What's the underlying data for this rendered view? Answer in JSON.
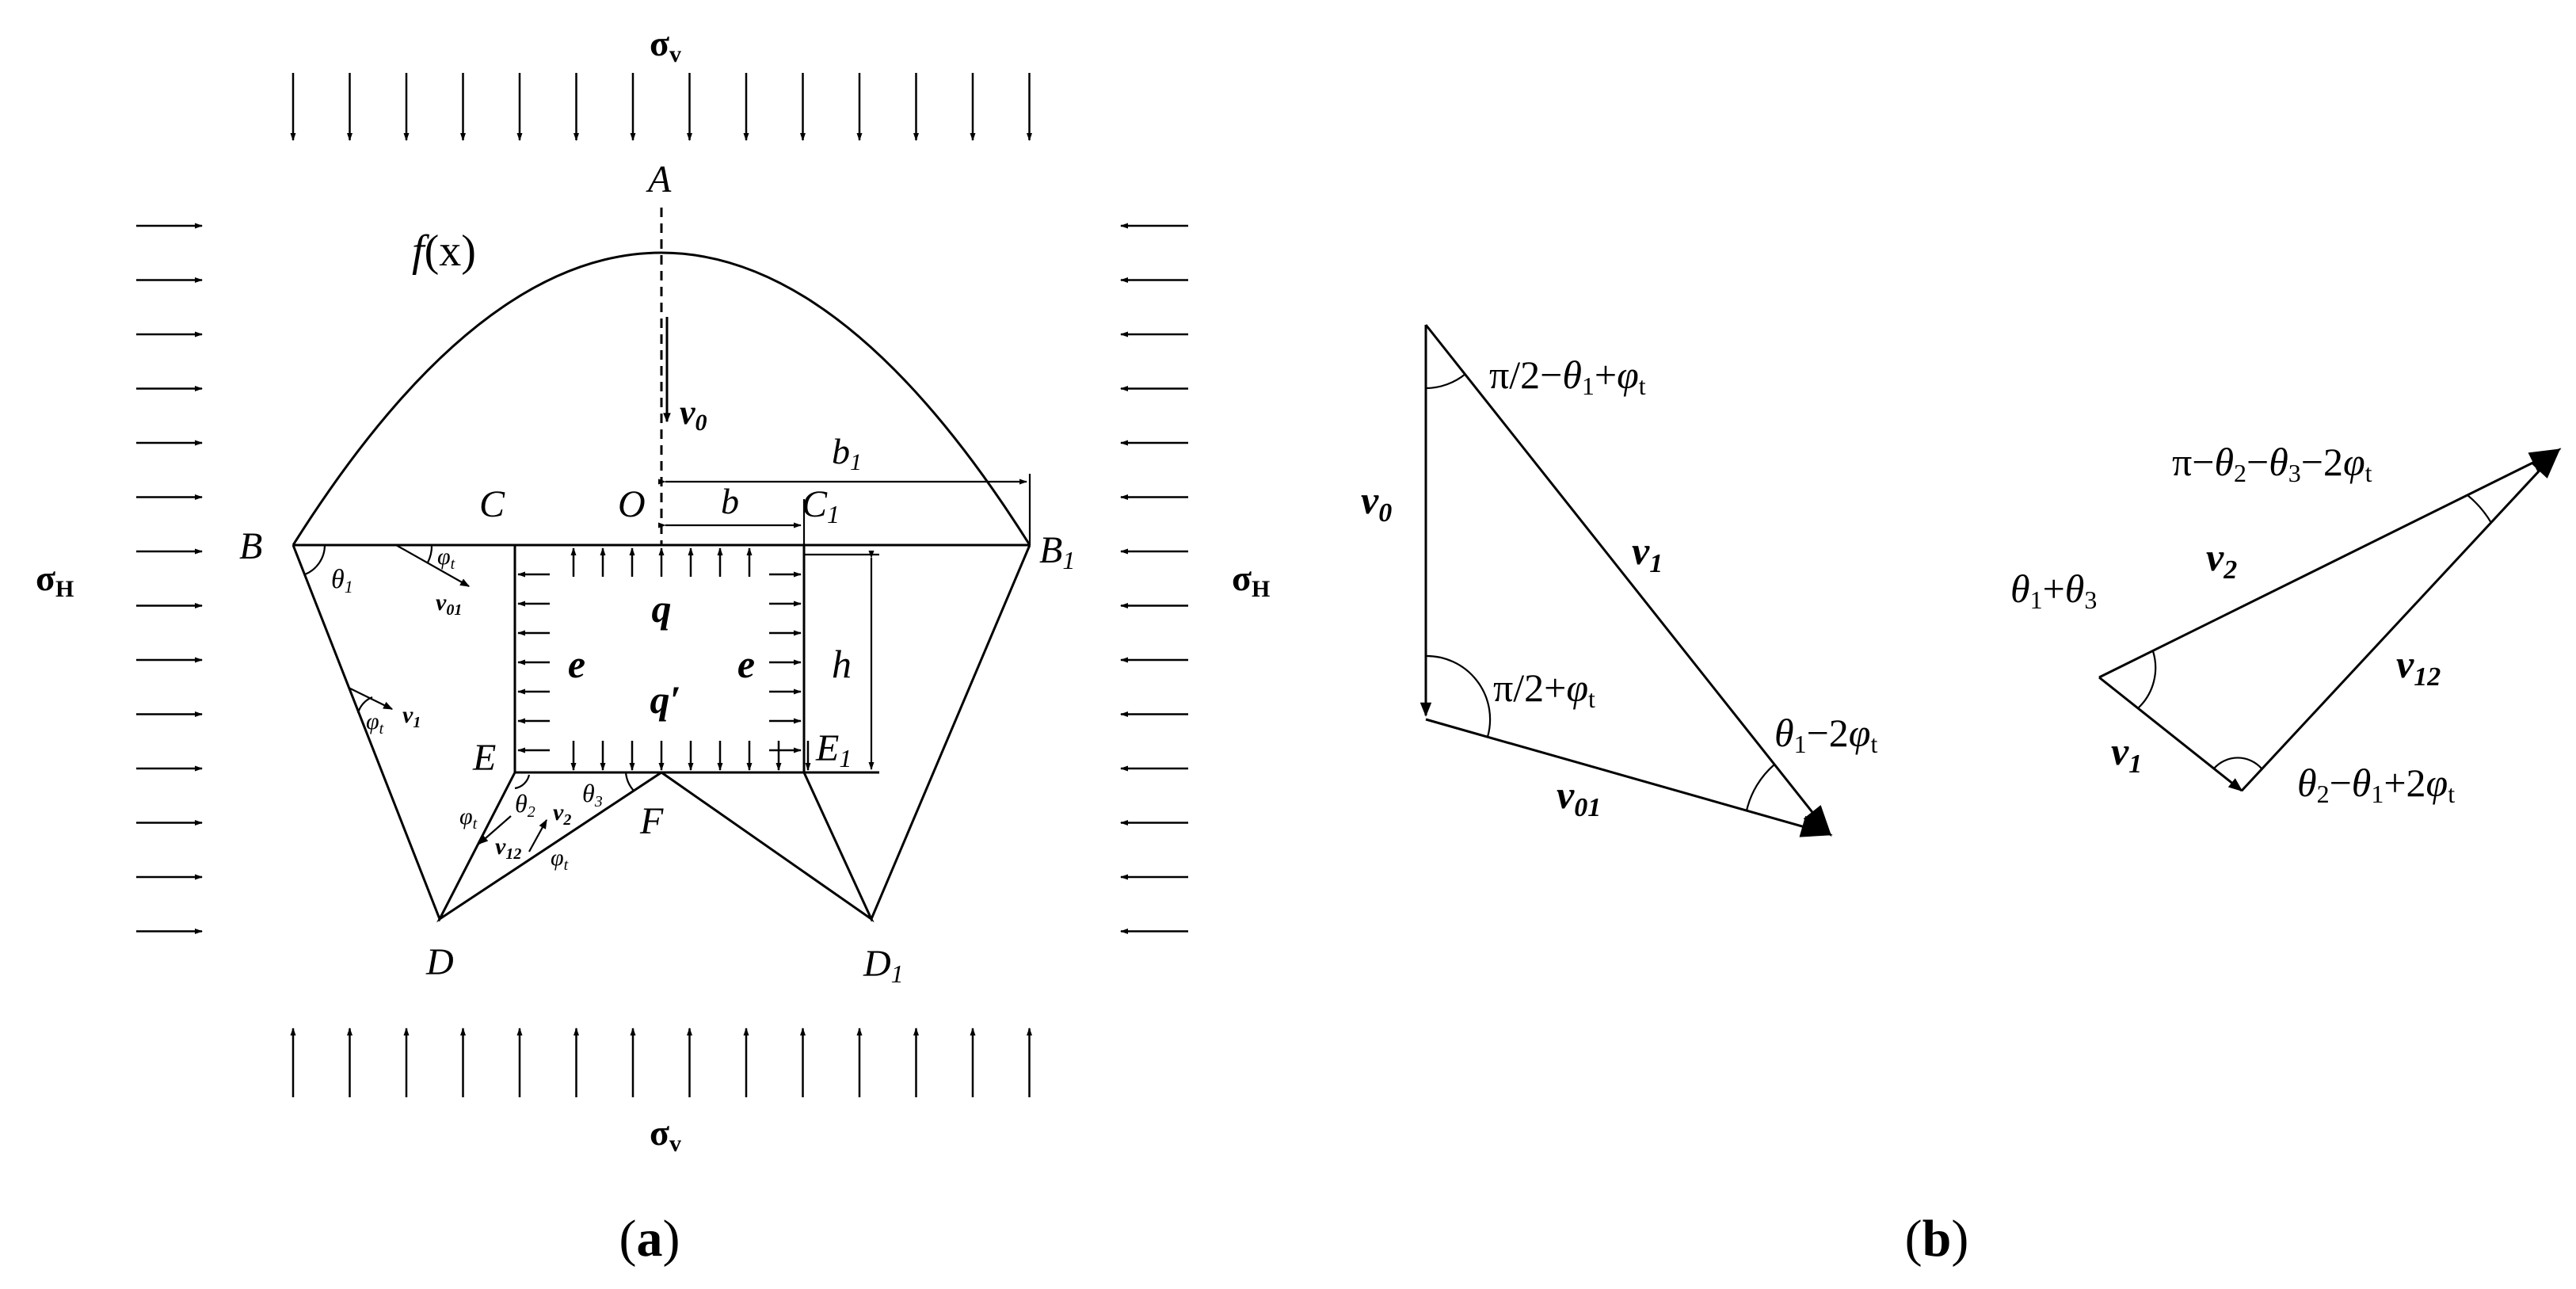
{
  "panel_a": {
    "caption_open": "(",
    "caption_letter": "a",
    "caption_close": ")",
    "sigma_v_top": {
      "base": "σ",
      "sub": "v"
    },
    "sigma_v_bottom": {
      "base": "σ",
      "sub": "v"
    },
    "sigma_h_left": {
      "base": "σ",
      "sub": "H"
    },
    "sigma_h_right": {
      "base": "σ",
      "sub": "H"
    },
    "curve_label": {
      "f": "f",
      "arg": "(x)"
    },
    "points": {
      "A": "A",
      "B": "B",
      "B1": {
        "base": "B",
        "sub": "1"
      },
      "C": "C",
      "C1": {
        "base": "C",
        "sub": "1"
      },
      "O": "O",
      "D": "D",
      "D1": {
        "base": "D",
        "sub": "1"
      },
      "E": "E",
      "E1": {
        "base": "E",
        "sub": "1"
      },
      "F": "F"
    },
    "dims": {
      "b": "b",
      "b1": {
        "base": "b",
        "sub": "1"
      },
      "h": "h"
    },
    "loads": {
      "q": "q",
      "q_prime": "q′",
      "e_left": "e",
      "e_right": "e"
    },
    "velocities": {
      "v0": {
        "base": "v",
        "sub": "0"
      },
      "v01": {
        "base": "v",
        "sub": "01"
      },
      "v1": {
        "base": "v",
        "sub": "1"
      },
      "v2": {
        "base": "v",
        "sub": "2"
      },
      "v12": {
        "base": "v",
        "sub": "12"
      }
    },
    "angles": {
      "theta1": {
        "base": "θ",
        "sub": "1"
      },
      "theta2": {
        "base": "θ",
        "sub": "2"
      },
      "theta3": {
        "base": "θ",
        "sub": "3"
      },
      "phi_t": {
        "base": "φ",
        "sub": "t"
      }
    }
  },
  "panel_b": {
    "caption_open": "(",
    "caption_letter": "b",
    "caption_close": ")",
    "tri1": {
      "v0": {
        "base": "v",
        "sub": "0"
      },
      "v1": {
        "base": "v",
        "sub": "1"
      },
      "v01": {
        "base": "v",
        "sub": "01"
      },
      "angle_top": {
        "p1": "π/2−",
        "t": "θ",
        "ts": "1",
        "p2": "+",
        "f": "φ",
        "fs": "t"
      },
      "angle_left": {
        "p1": "π/2+",
        "f": "φ",
        "fs": "t"
      },
      "angle_right": {
        "t": "θ",
        "ts": "1",
        "p2": "−2",
        "f": "φ",
        "fs": "t"
      }
    },
    "tri2": {
      "v2": {
        "base": "v",
        "sub": "2"
      },
      "v12": {
        "base": "v",
        "sub": "12"
      },
      "v1": {
        "base": "v",
        "sub": "1"
      },
      "angle_top": {
        "p1": "π−",
        "t": "θ",
        "ts": "2",
        "p2": "−",
        "t2": "θ",
        "t2s": "3",
        "p3": "−2",
        "f": "φ",
        "fs": "t"
      },
      "angle_left": {
        "t": "θ",
        "ts": "1",
        "p2": "+",
        "t2": "θ",
        "t2s": "3"
      },
      "angle_bottom": {
        "t": "θ",
        "ts": "2",
        "p2": "−",
        "t2": "θ",
        "t2s": "1",
        "p3": "+2",
        "f": "φ",
        "fs": "t"
      }
    }
  }
}
